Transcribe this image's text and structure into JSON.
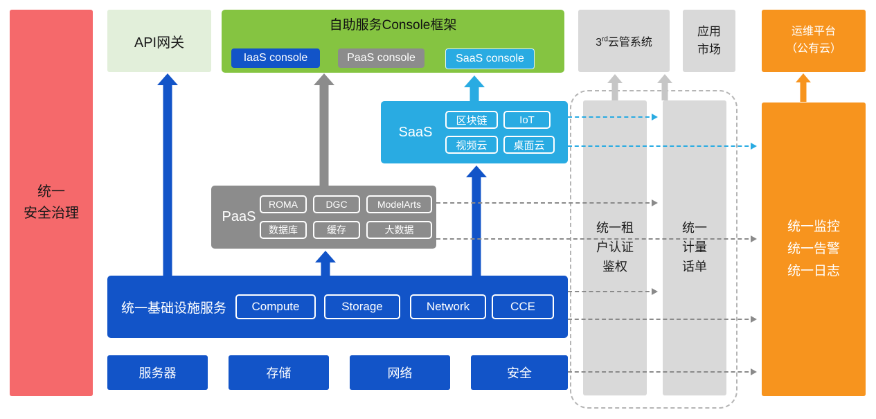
{
  "left_bar": {
    "label": "统一\n安全治理"
  },
  "api_gateway": {
    "label": "API网关"
  },
  "console": {
    "title": "自助服务Console框架",
    "iaas": "IaaS console",
    "paas": "PaaS console",
    "saas": "SaaS console"
  },
  "cloud_mgmt": {
    "prefix": "3",
    "sup": "rd",
    "suffix": "云管系统"
  },
  "app_market": {
    "label": "应用\n市场"
  },
  "om_platform": {
    "label": "运维平台\n（公有云）"
  },
  "saas": {
    "label": "SaaS",
    "items": [
      "区块链",
      "IoT",
      "视频云",
      "桌面云"
    ]
  },
  "paas": {
    "label": "PaaS",
    "items": [
      "ROMA",
      "DGC",
      "ModelArts",
      "数据库",
      "缓存",
      "大数据"
    ]
  },
  "infra": {
    "label": "统一基础设施服务",
    "items": [
      "Compute",
      "Storage",
      "Network",
      "CCE"
    ]
  },
  "hardware": {
    "items": [
      "服务器",
      "存储",
      "网络",
      "安全"
    ]
  },
  "auth_bar": {
    "label": "统一租\n户认证\n鉴权"
  },
  "billing_bar": {
    "label": "统一\n计量\n话单"
  },
  "monitor_bar": {
    "label": "统一监控\n统一告警\n统一日志"
  },
  "colors": {
    "red": "#f5696b",
    "light_green": "#e2efda",
    "green": "#85c441",
    "blue": "#1254c8",
    "gray": "#8c8c8c",
    "light_gray": "#d9d9d9",
    "cyan": "#29abe2",
    "orange": "#f7941e"
  }
}
